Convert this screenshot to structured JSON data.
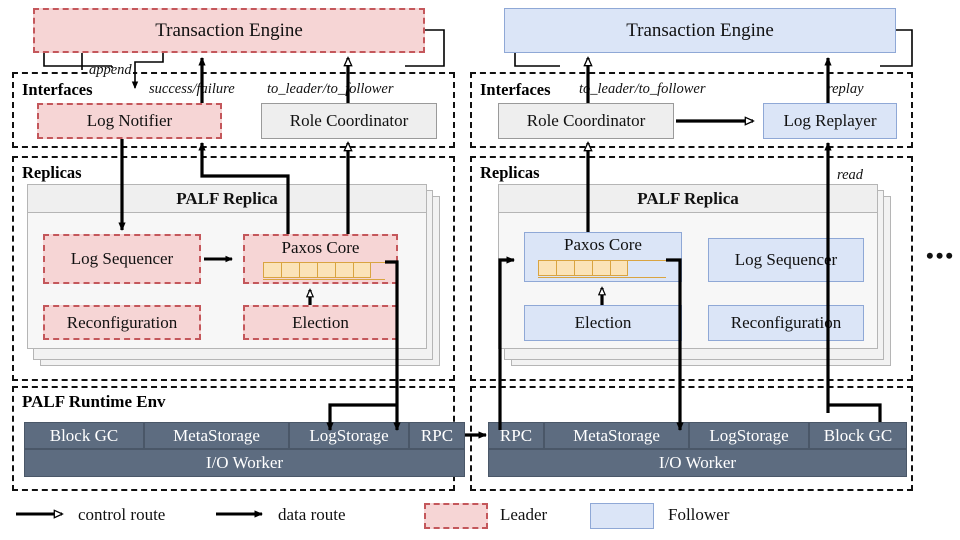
{
  "diagram": {
    "title": "PALF Leader/Follower Architecture",
    "colors": {
      "leader_fill": "#f6d5d5",
      "leader_border": "#c4575b",
      "follower_fill": "#dbe5f7",
      "follower_border": "#8fa8d6",
      "neutral_fill": "#eeeeee",
      "dark_bar": "#5d6c80",
      "log_cell": "#fbe3b8",
      "log_cell_border": "#d9a441"
    }
  },
  "leader_panel": {
    "transaction_engine": "Transaction Engine",
    "sections": {
      "interfaces": "Interfaces",
      "replicas": "Replicas",
      "runtime_env": "PALF Runtime Env"
    },
    "interface_boxes": {
      "log_notifier": "Log Notifier",
      "role_coordinator": "Role Coordinator"
    },
    "edge_labels": {
      "append": "append",
      "success_failure": "success/failure",
      "to_leader_to_follower": "to_leader/to_follower"
    },
    "replica": {
      "header": "PALF Replica",
      "modules": {
        "log_sequencer": "Log Sequencer",
        "paxos_core": "Paxos Core",
        "reconfiguration": "Reconfiguration",
        "election": "Election"
      },
      "paxos_log_cells": 6
    },
    "runtime": {
      "components": [
        "Block GC",
        "MetaStorage",
        "LogStorage",
        "RPC"
      ],
      "io_worker": "I/O Worker"
    }
  },
  "follower_panel": {
    "transaction_engine": "Transaction Engine",
    "sections": {
      "interfaces": "Interfaces",
      "replicas": "Replicas"
    },
    "interface_boxes": {
      "role_coordinator": "Role Coordinator",
      "log_replayer": "Log Replayer"
    },
    "edge_labels": {
      "to_leader_to_follower": "to_leader/to_follower",
      "replay": "replay",
      "read": "read"
    },
    "replica": {
      "header": "PALF Replica",
      "modules": {
        "paxos_core": "Paxos Core",
        "log_sequencer": "Log Sequencer",
        "election": "Election",
        "reconfiguration": "Reconfiguration"
      },
      "paxos_log_cells": 5
    },
    "runtime": {
      "components": [
        "RPC",
        "MetaStorage",
        "LogStorage",
        "Block GC"
      ],
      "io_worker": "I/O Worker"
    },
    "more_indicator": "•••"
  },
  "legend": {
    "control_route": "control route",
    "data_route": "data route",
    "leader": "Leader",
    "follower": "Follower"
  }
}
